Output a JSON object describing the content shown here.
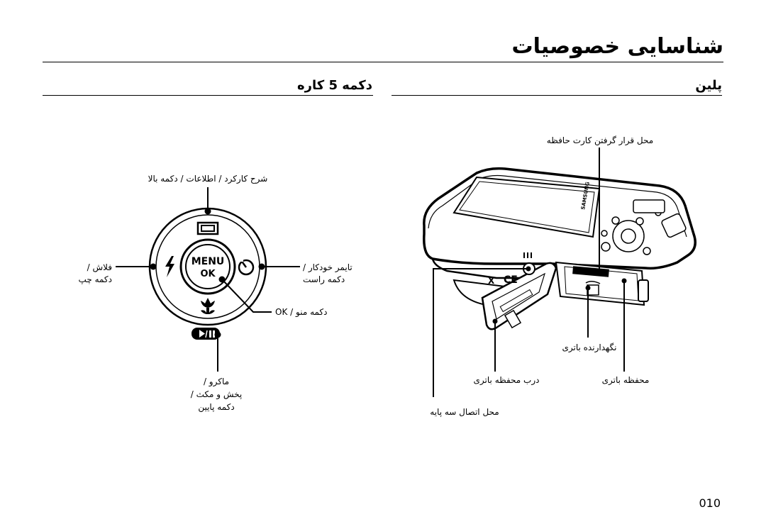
{
  "header": {
    "title": "شناسایی خصوصیات"
  },
  "sections": {
    "right_heading": "پلین",
    "left_heading": "دکمه 5 کاره"
  },
  "dial": {
    "top_label": "شرح کارکرد / اطلاعات / دکمه بالا",
    "left_label_1": "فلاش /",
    "left_label_2": "دکمه چپ",
    "right_label_1": "تایمر خودکار /",
    "right_label_2": "دکمه راست",
    "ok_label": "دکمه منو / OK",
    "bottom_label_1": "ماکرو /",
    "bottom_label_2": "پخش و مکث /",
    "bottom_label_3": "دکمه پایین",
    "menu_text": "MENU",
    "ok_text": "OK"
  },
  "camera": {
    "card_slot_label": "محل قرار گرفتن کارت حافظه",
    "battery_holder_label": "نگهدارنده باتری",
    "battery_cover_label": "درب محفظه باتری",
    "battery_chamber_label": "محفظه باتری",
    "tripod_label": "محل اتصال سه پایه",
    "brand_text": "SAMSUNG"
  },
  "footer": {
    "page_number": "010"
  }
}
